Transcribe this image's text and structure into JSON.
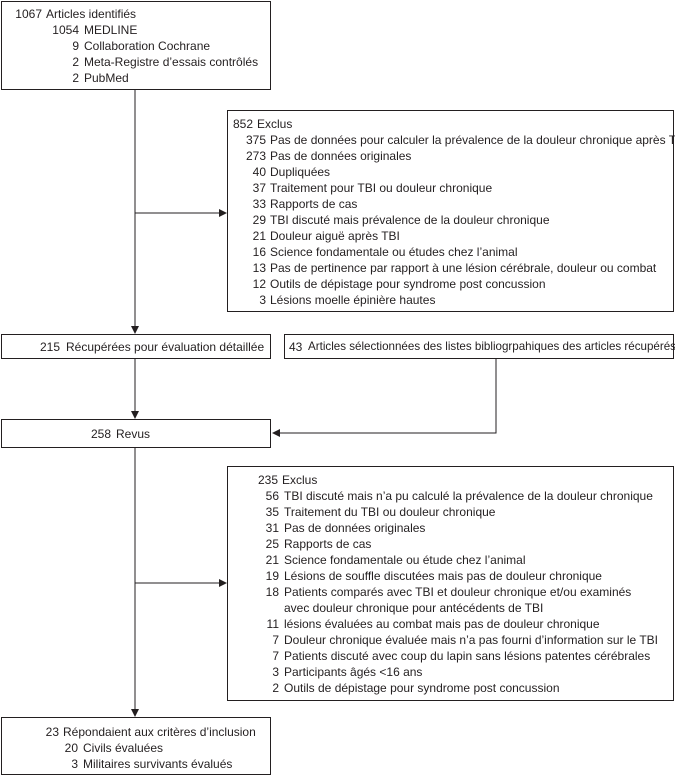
{
  "identified": {
    "count": "1067",
    "label": "Articles identifiés",
    "sources": [
      {
        "count": "1054",
        "label": "MEDLINE"
      },
      {
        "count": "9",
        "label": "Collaboration Cochrane"
      },
      {
        "count": "2",
        "label": "Meta-Registre d’essais contrôlés"
      },
      {
        "count": "2",
        "label": "PubMed"
      }
    ]
  },
  "excluded1": {
    "count": "852",
    "label": "Exclus",
    "reasons": [
      {
        "count": "375",
        "label": "Pas de données pour calculer la prévalence de la douleur chronique après TBI"
      },
      {
        "count": "273",
        "label": "Pas de données originales"
      },
      {
        "count": "40",
        "label": "Dupliquées"
      },
      {
        "count": "37",
        "label": "Traitement pour TBI ou douleur chronique"
      },
      {
        "count": "33",
        "label": "Rapports de cas"
      },
      {
        "count": "29",
        "label": "TBI discuté mais prévalence de la douleur chronique"
      },
      {
        "count": "21",
        "label": "Douleur aiguë après TBI"
      },
      {
        "count": "16",
        "label": "Science fondamentale ou études chez l’animal"
      },
      {
        "count": "13",
        "label": "Pas de pertinence par rapport à une lésion cérébrale, douleur ou combat"
      },
      {
        "count": "12",
        "label": "Outils de dépistage pour syndrome post concussion"
      },
      {
        "count": "3",
        "label": "Lésions moelle épinière hautes"
      }
    ]
  },
  "retrieved": {
    "count": "215",
    "label": "Récupérées pour évaluation détaillée"
  },
  "bibliography": {
    "count": "43",
    "label": "Articles sélectionnées des listes bibliogrpahiques des articles récupérés"
  },
  "reviewed": {
    "count": "258",
    "label": "Revus"
  },
  "excluded2": {
    "count": "235",
    "label": "Exclus",
    "reasons": [
      {
        "count": "56",
        "label": "TBI discuté mais n’a pu calculé la prévalence de la douleur chronique"
      },
      {
        "count": "35",
        "label": "Traitement du TBI ou douleur chronique"
      },
      {
        "count": "31",
        "label": "Pas de données originales"
      },
      {
        "count": "25",
        "label": "Rapports de cas"
      },
      {
        "count": "21",
        "label": "Science fondamentale ou étude chez l’animal"
      },
      {
        "count": "19",
        "label": "Lésions de souffle discutées mais pas de douleur chronique"
      },
      {
        "count": "18",
        "label": "Patients comparés avec TBI et douleur chronique et/ou examinés",
        "label2": "avec douleur chronique pour antécédents de TBI"
      },
      {
        "count": "11",
        "label": "lésions évaluées au combat mais pas de douleur chronique"
      },
      {
        "count": "7",
        "label": "Douleur chronique évaluée mais n’a pas fourni d’information sur le TBI"
      },
      {
        "count": "7",
        "label": "Patients discuté avec coup du lapin sans lésions patentes cérébrales"
      },
      {
        "count": "3",
        "label": "Participants âgés <16 ans"
      },
      {
        "count": "2",
        "label": "Outils de dépistage pour syndrome post concussion"
      }
    ]
  },
  "included": {
    "count": "23",
    "label": "Répondaient aux critères d’inclusion",
    "groups": [
      {
        "count": "20",
        "label": "Civils évaluées"
      },
      {
        "count": "3",
        "label": "Militaires survivants évalués"
      }
    ]
  }
}
